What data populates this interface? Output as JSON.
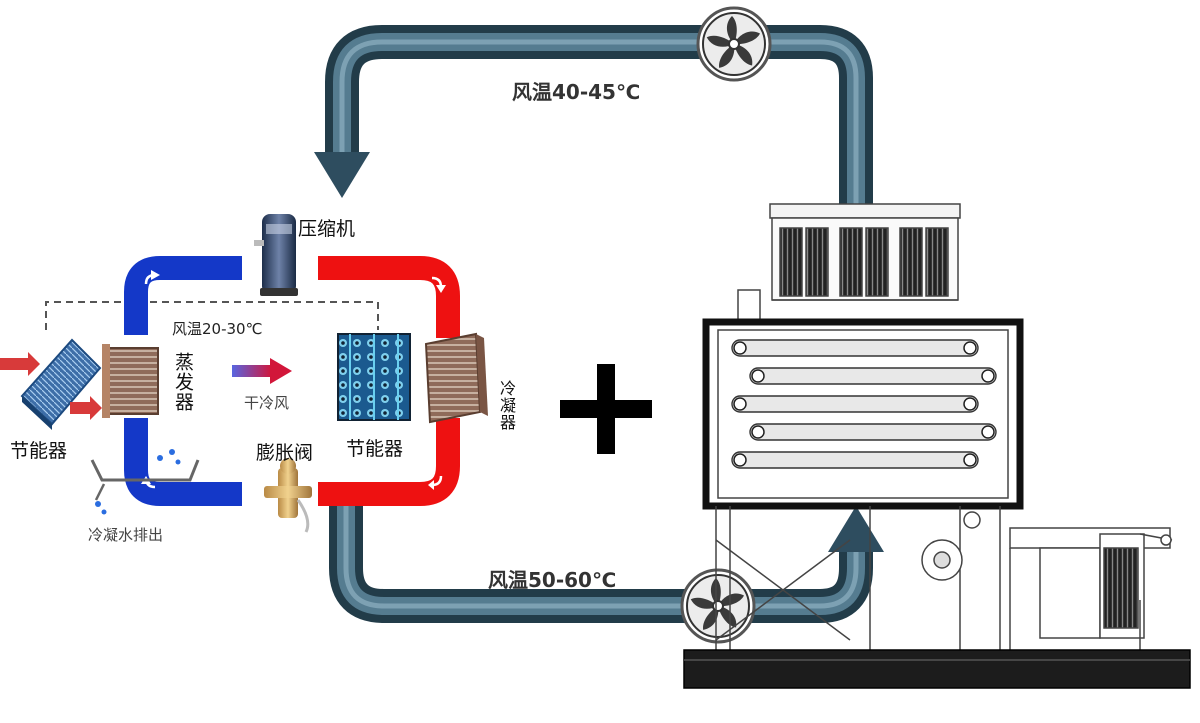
{
  "labels": {
    "top_air": "风温40-45℃",
    "bottom_air": "风温50-60℃",
    "compressor": "压缩机",
    "inner_air": "风温20-30℃",
    "evaporator": "蒸发器",
    "dry_cold_air": "干冷风",
    "condenser": "冷凝器",
    "expansion_valve": "膨胀阀",
    "economizer_left": "节能器",
    "economizer_mid": "节能器",
    "condensate_drain": "冷凝水排出"
  },
  "colors": {
    "duct_dark": "#2e4d5f",
    "duct_light": "#5b8296",
    "cold_loop": "#1438c8",
    "hot_loop": "#ee1111",
    "plus": "#000000"
  },
  "icons": [
    "fan-icon",
    "compressor-icon",
    "expansion-valve-icon",
    "heat-exchanger-icon",
    "dryer-machine-icon"
  ]
}
